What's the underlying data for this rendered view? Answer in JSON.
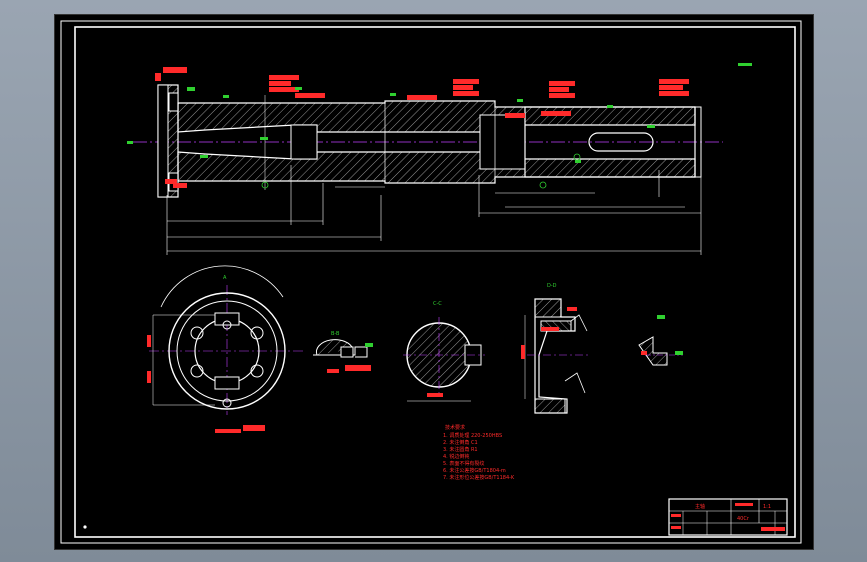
{
  "colors": {
    "background": "#000000",
    "outline": "#ffffff",
    "annotation": "#ff2a2a",
    "dimension": "#30d030",
    "centerline": "#c040ff",
    "highlight": "#e8e84a",
    "desktop": "#8e99a6"
  },
  "sections": {
    "view_a": "A",
    "view_bb": "B-B",
    "view_cc": "C-C",
    "view_dd": "D-D"
  },
  "notes": {
    "title": "技术要求",
    "lines": [
      "1. 调质处理 220-250HBS",
      "2. 未注倒角 C1",
      "3. 未注圆角 R1",
      "4. 锐边倒钝",
      "5. 表面不得有裂纹",
      "6. 未注公差按GB/T1804-m",
      "7. 未注形位公差按GB/T1184-K"
    ]
  },
  "title_block": {
    "name": "主轴",
    "material": "40Cr",
    "scale": "1:1"
  }
}
